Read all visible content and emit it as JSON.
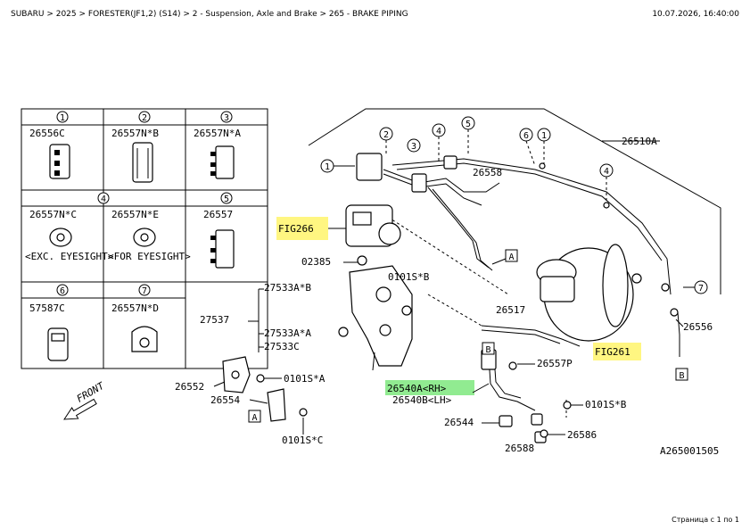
{
  "header": {
    "breadcrumb": "SUBARU > 2025 > FORESTER(JF1,2) (S14) > 2 - Suspension, Axle and Brake > 265 - BRAKE PIPING",
    "datetime": "10.07.2026, 16:40:00"
  },
  "footer": {
    "page_info": "Страница с 1 по 1"
  },
  "legend_table": {
    "cells": [
      {
        "num": "1",
        "part": "26556C",
        "note": ""
      },
      {
        "num": "2",
        "part": "26557N*B",
        "note": ""
      },
      {
        "num": "3",
        "part": "26557N*A",
        "note": ""
      },
      {
        "num": "4",
        "part": "26557N*C",
        "note": "<EXC. EYESIGHT>"
      },
      {
        "num": "4",
        "part": "26557N*E",
        "note": "<FOR EYESIGHT>"
      },
      {
        "num": "5",
        "part": "26557",
        "note": ""
      },
      {
        "num": "6",
        "part": "57587C",
        "note": ""
      },
      {
        "num": "7",
        "part": "26557N*D",
        "note": ""
      }
    ]
  },
  "callouts": {
    "c1": "1",
    "c2": "2",
    "c3": "3",
    "c4": "4",
    "c5": "5",
    "c6": "6",
    "c7": "7"
  },
  "labels": {
    "p26510A": "26510A",
    "p26558": "26558",
    "fig266": "FIG266",
    "fig261": "FIG261",
    "p02385": "02385",
    "p0101S_B": "0101S*B",
    "p27533A_B": "27533A*B",
    "p27537": "27537",
    "p27533A_A": "27533A*A",
    "p27533C": "27533C",
    "p26517": "26517",
    "p26556": "26556",
    "p26557P": "26557P",
    "p26540A": "26540A<RH>",
    "p26540B": "26540B<LH>",
    "p0101S_B2": "0101S*B",
    "p26544": "26544",
    "p26586": "26586",
    "p26588": "26588",
    "p26552": "26552",
    "p0101S_A": "0101S*A",
    "p26554": "26554",
    "p0101S_C": "0101S*C",
    "front": "FRONT",
    "refA": "A",
    "refB": "B",
    "drawing_id": "A265001505"
  },
  "highlights": {
    "yellow": "#fff56b",
    "green": "#7ee87e"
  }
}
